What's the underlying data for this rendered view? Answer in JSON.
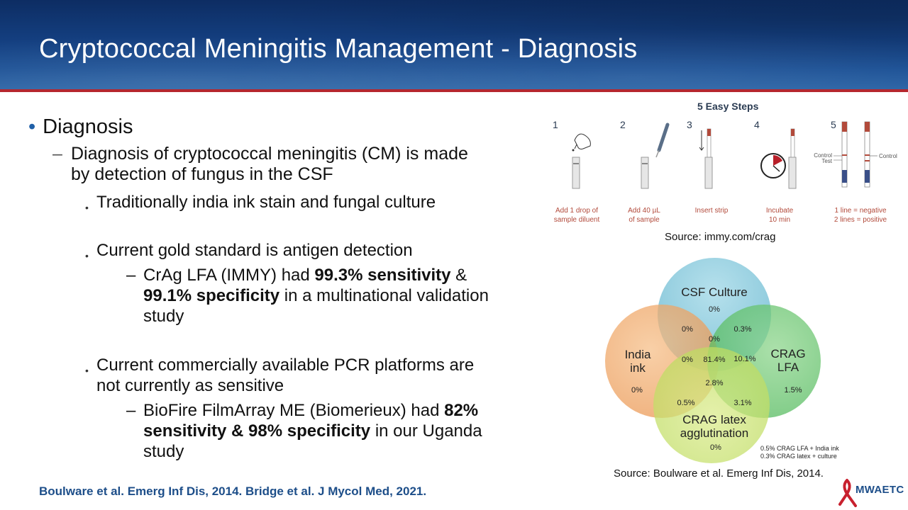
{
  "slide": {
    "title": "Cryptococcal Meningitis Management - Diagnosis",
    "bullets": {
      "l1": "Diagnosis",
      "l2_line1": "Diagnosis of cryptococcal meningitis (CM) is made",
      "l2_line2": "by detection of fungus in the CSF",
      "l3a": "Traditionally india ink stain and fungal culture",
      "l3b": "Current gold standard is antigen detection",
      "l4a_pre": "CrAg LFA (IMMY) had ",
      "l4a_b1": "99.3% sensitivity",
      "l4a_mid": " &",
      "l4a_b2": "99.1% specificity",
      "l4a_post": " in a multinational validation",
      "l4a_end": "study",
      "l3c_line1": "Current commercially available PCR platforms are",
      "l3c_line2": "not currently as sensitive",
      "l4b_pre": "BioFire FilmArray ME (Biomerieux) had ",
      "l4b_b1": "82%",
      "l4b_b2": "sensitivity & 98% specificity",
      "l4b_post": " in our Uganda",
      "l4b_end": "study"
    },
    "citation": "Boulware et al. Emerg Inf Dis, 2014. Bridge et al. J Mycol Med, 2021."
  },
  "steps_figure": {
    "title": "5 Easy Steps",
    "steps": [
      {
        "num": "1",
        "cap1": "Add 1 drop of",
        "cap2": "sample diluent"
      },
      {
        "num": "2",
        "cap1": "Add 40 µL",
        "cap2": "of sample"
      },
      {
        "num": "3",
        "cap1": "Insert strip",
        "cap2": ""
      },
      {
        "num": "4",
        "cap1": "Incubate",
        "cap2": "10 min"
      },
      {
        "num": "5",
        "cap1": "1 line = negative",
        "cap2": "2 lines = positive"
      }
    ],
    "labels": {
      "control_left": "Control",
      "test": "Test",
      "control_right": "Control"
    },
    "source": "Source: immy.com/crag"
  },
  "venn": {
    "sets": {
      "csf": "CSF Culture",
      "india_line1": "India",
      "india_line2": "ink",
      "crag_lfa_line1": "CRAG",
      "crag_lfa_line2": "LFA",
      "latex_line1": "CRAG latex",
      "latex_line2": "agglutination"
    },
    "values": {
      "csf_only": "0%",
      "csf_india": "0%",
      "csf_lfa": "0.3%",
      "csf_india_lfa": "0%",
      "india_latex_csf": "0%",
      "all_four": "81.4%",
      "lfa_csf_latex": "10.1%",
      "india_lfa_latex": "2.8%",
      "india_only": "0%",
      "lfa_only": "1.5%",
      "india_latex": "0.5%",
      "lfa_latex": "3.1%",
      "latex_only": "0%"
    },
    "notes": [
      "0.5% CRAG  LFA + India ink",
      "0.3% CRAG  latex  + culture"
    ],
    "colors": {
      "csf": "#7fc6db",
      "india": "#f0a25e",
      "lfa": "#62c46a",
      "latex": "#c7e06b"
    },
    "source": "Source: Boulware et al. Emerg Inf Dis, 2014."
  },
  "logo": {
    "text": "MWAETC",
    "ribbon_color": "#c8202e"
  }
}
